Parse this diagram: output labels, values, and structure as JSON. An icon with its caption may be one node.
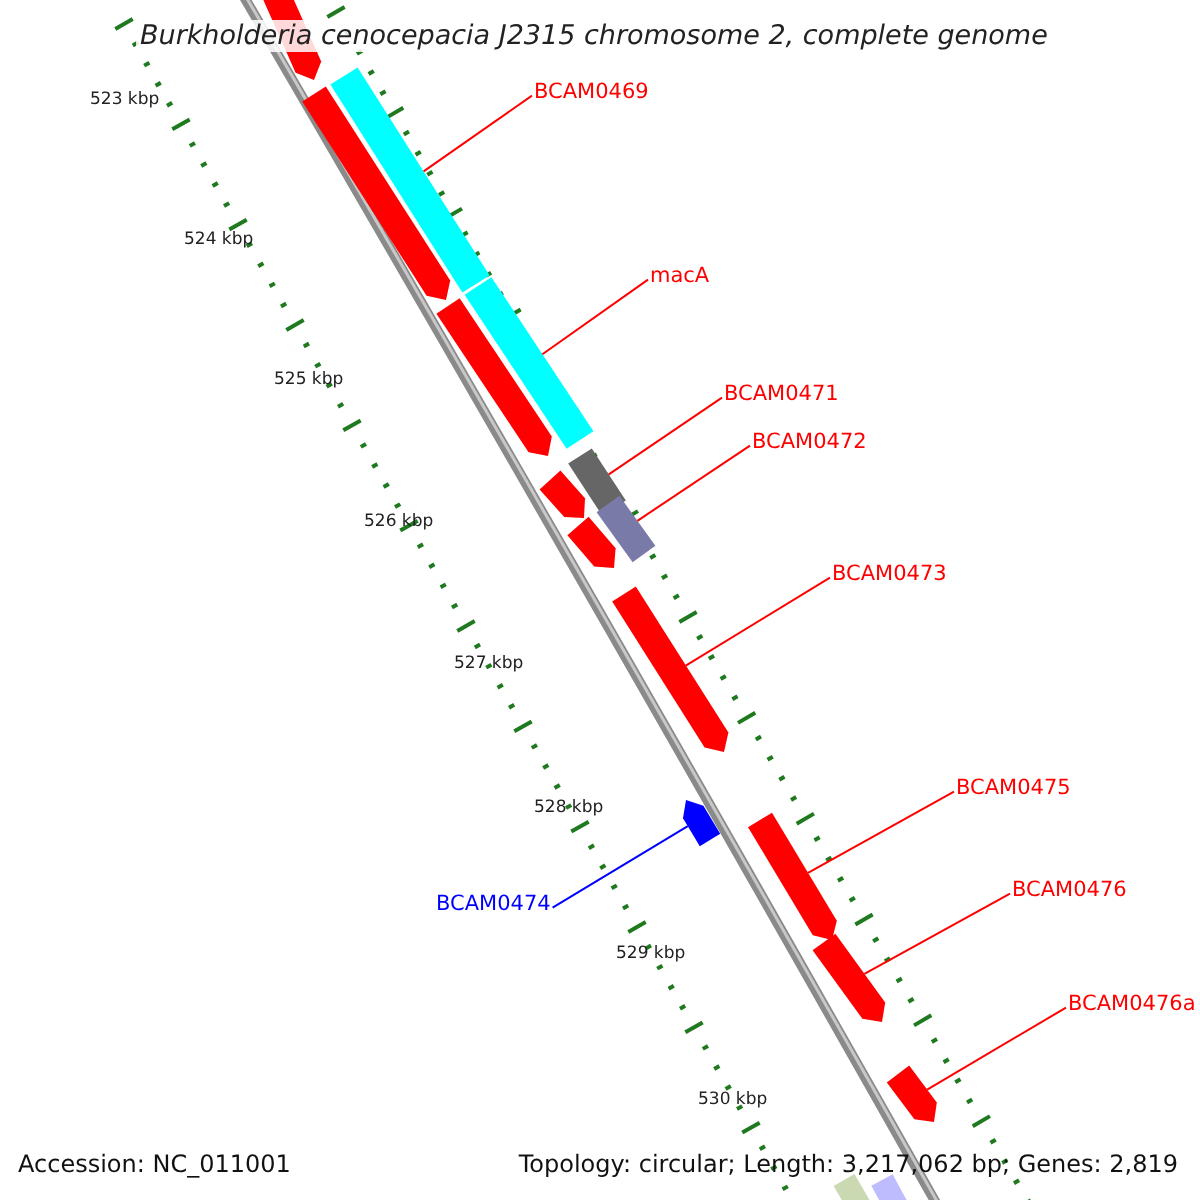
{
  "diagram": {
    "title": "Burkholderia cenocepacia J2315 chromosome 2, complete genome",
    "nodes": [
      {
        "text": [],
        "shape": "arrow"
      },
      {
        "text": [],
        "shape": "bar"
      },
      {
        "text": [],
        "shape": "arrow"
      },
      {
        "text": [],
        "shape": "bar"
      },
      {
        "text": [],
        "shape": "arrow"
      },
      {
        "text": [],
        "shape": "bar"
      },
      {
        "text": [],
        "shape": "arrow"
      },
      {
        "text": [],
        "shape": "bar"
      },
      {
        "text": [],
        "shape": "arrow"
      },
      {
        "text": [],
        "shape": "arrow"
      },
      {
        "text": [],
        "shape": "arrow"
      },
      {
        "text": [],
        "shape": "arrow"
      },
      {
        "text": [],
        "shape": "arrow"
      },
      {
        "text": [],
        "shape": "arrow"
      },
      {
        "text": [],
        "shape": "bar"
      },
      {
        "text": [],
        "shape": "bar"
      },
      {
        "text": [
          "BCAM0469"
        ]
      },
      {
        "text": [
          "macA"
        ]
      },
      {
        "text": [
          "BCAM0471"
        ]
      },
      {
        "text": [
          "BCAM0472"
        ]
      },
      {
        "text": [
          "BCAM0473"
        ]
      },
      {
        "text": [
          "BCAM0475"
        ]
      },
      {
        "text": [
          "BCAM0474"
        ]
      },
      {
        "text": [
          "BCAM0476"
        ]
      },
      {
        "text": [
          "BCAM0476a"
        ]
      }
    ],
    "edges": [
      {
        "from": 16,
        "to": 1,
        "arrow": "none"
      },
      {
        "from": 17,
        "to": 3,
        "arrow": "none"
      },
      {
        "from": 18,
        "to": 5,
        "arrow": "none"
      },
      {
        "from": 19,
        "to": 7,
        "arrow": "none"
      },
      {
        "from": 20,
        "to": 9,
        "arrow": "none"
      },
      {
        "from": 21,
        "to": 11,
        "arrow": "none"
      },
      {
        "from": 22,
        "to": 10,
        "arrow": "none",
        "color": "#0000ff"
      },
      {
        "from": 23,
        "to": 12,
        "arrow": "none"
      },
      {
        "from": 24,
        "to": 13,
        "arrow": "none"
      }
    ],
    "labels": [
      "523 kbp",
      "524 kbp",
      "525 kbp",
      "526 kbp",
      "527 kbp",
      "528 kbp",
      "529 kbp",
      "530 kbp",
      "Accession: NC_011001",
      "Topology: circular; Length: 3,217,062 bp; Genes: 2,819"
    ]
  }
}
